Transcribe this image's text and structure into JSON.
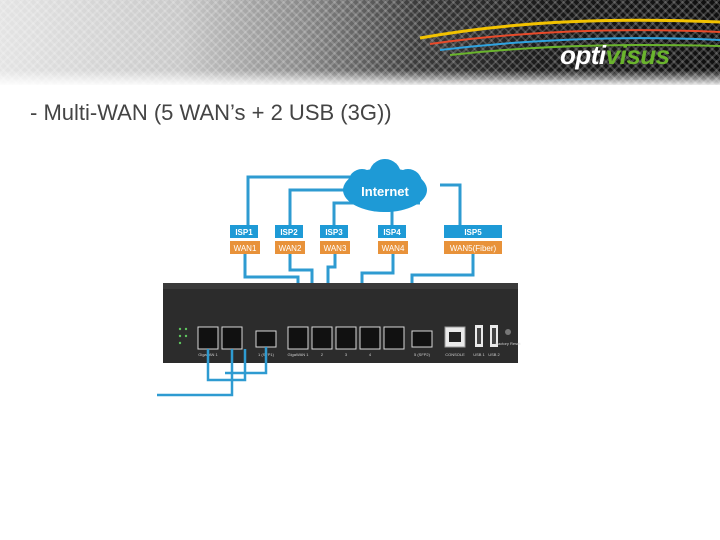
{
  "header": {
    "logo_prefix": "opti",
    "logo_suffix": "visus",
    "accent_color": "#6ab42d"
  },
  "content": {
    "bullet_text": "- Multi-WAN (5 WAN’s + 2 USB (3G))"
  },
  "diagram": {
    "cloud_label": "Internet",
    "isp_labels": [
      "ISP1",
      "ISP2",
      "ISP3",
      "ISP4",
      "ISP5"
    ],
    "wan_labels": [
      "WAN1",
      "WAN2",
      "WAN3",
      "WAN4",
      "WAN5(Fiber)"
    ],
    "isp_color": "#1e9ad6",
    "wan_color": "#e8923a",
    "cable_color": "#2e9bd1",
    "device_color": "#2c2c2c",
    "device_port_labels": [
      "GigaLAN 1",
      "2",
      "1 (SFP1)",
      "GigaWAN 1",
      "2",
      "3",
      "4",
      "5 (SFP2)",
      "CONSOLE",
      "USB 1",
      "USB 2",
      "Factory Reset"
    ]
  }
}
